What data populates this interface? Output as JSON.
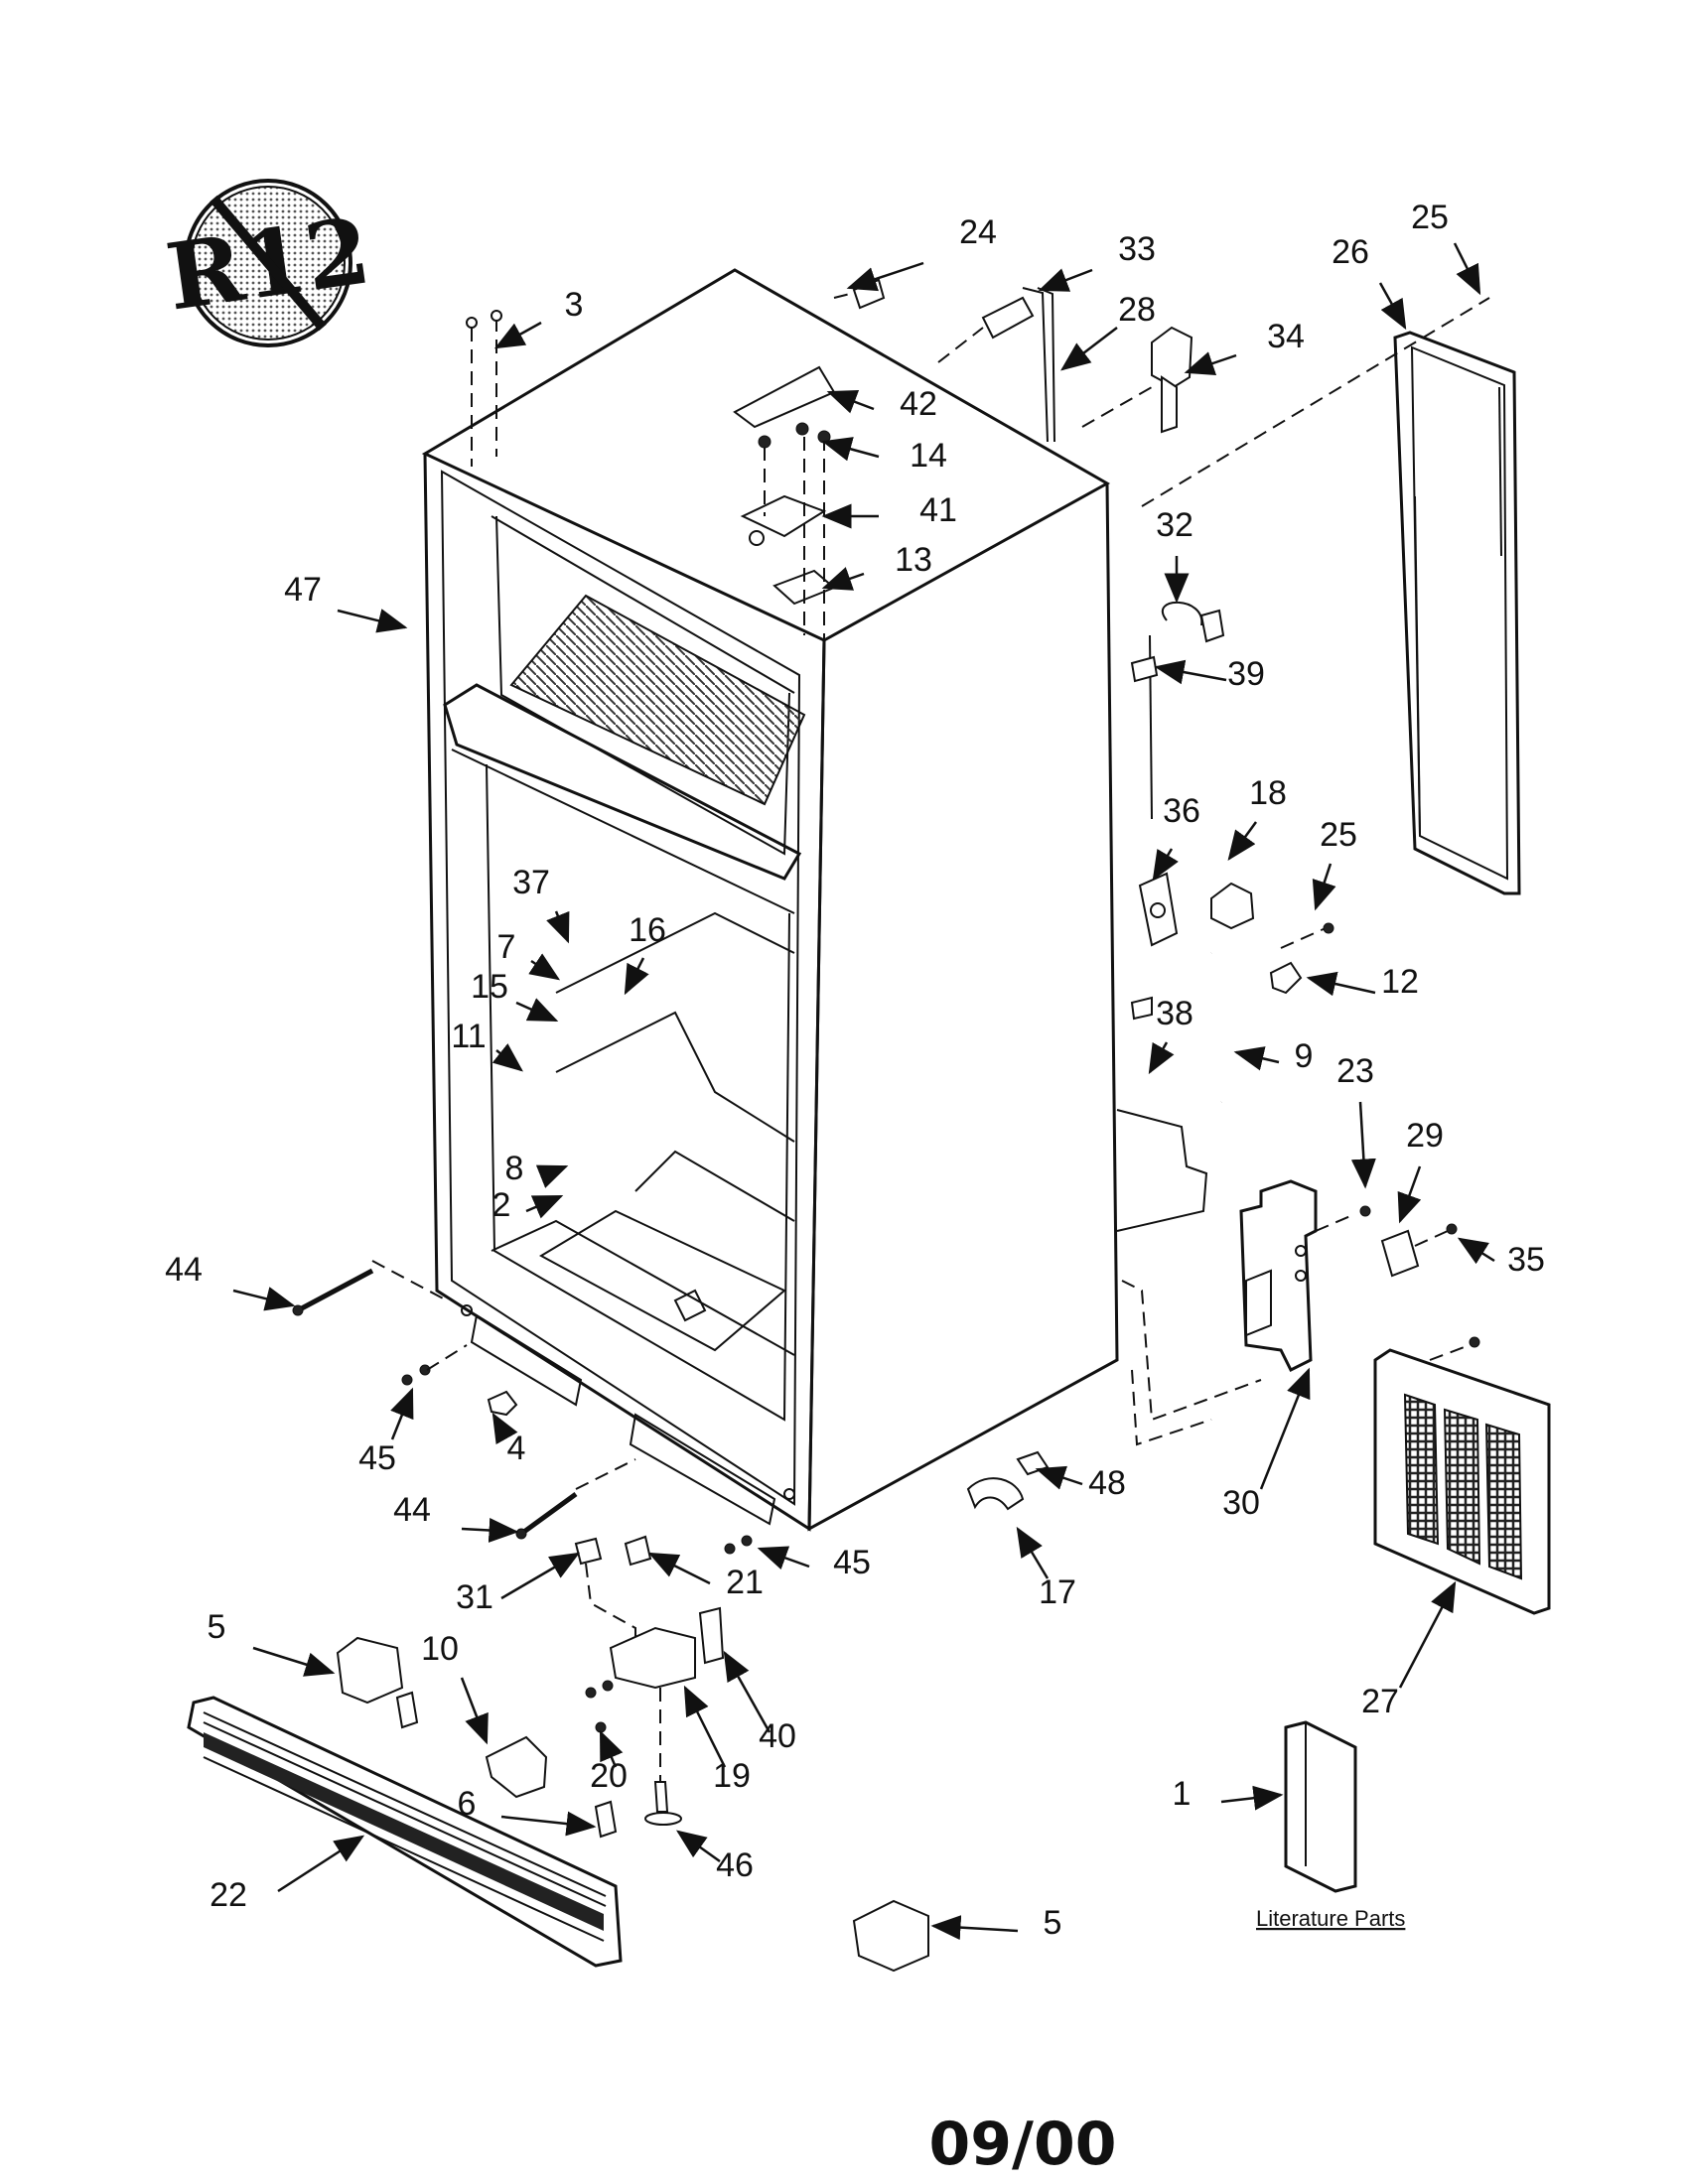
{
  "diagram": {
    "badge_text": "R12",
    "literature_label": "Literature Parts",
    "footer_date": "09/00",
    "callouts": [
      {
        "label": "24"
      },
      {
        "label": "33"
      },
      {
        "label": "28"
      },
      {
        "label": "34"
      },
      {
        "label": "25"
      },
      {
        "label": "26"
      },
      {
        "label": "3"
      },
      {
        "label": "42"
      },
      {
        "label": "14"
      },
      {
        "label": "41"
      },
      {
        "label": "13"
      },
      {
        "label": "47"
      },
      {
        "label": "32"
      },
      {
        "label": "39"
      },
      {
        "label": "36"
      },
      {
        "label": "18"
      },
      {
        "label": "25"
      },
      {
        "label": "12"
      },
      {
        "label": "37"
      },
      {
        "label": "7"
      },
      {
        "label": "16"
      },
      {
        "label": "15"
      },
      {
        "label": "11"
      },
      {
        "label": "38"
      },
      {
        "label": "9"
      },
      {
        "label": "23"
      },
      {
        "label": "29"
      },
      {
        "label": "8"
      },
      {
        "label": "2"
      },
      {
        "label": "35"
      },
      {
        "label": "44"
      },
      {
        "label": "45"
      },
      {
        "label": "4"
      },
      {
        "label": "30"
      },
      {
        "label": "48"
      },
      {
        "label": "44"
      },
      {
        "label": "45"
      },
      {
        "label": "31"
      },
      {
        "label": "21"
      },
      {
        "label": "17"
      },
      {
        "label": "5"
      },
      {
        "label": "10"
      },
      {
        "label": "40"
      },
      {
        "label": "27"
      },
      {
        "label": "20"
      },
      {
        "label": "19"
      },
      {
        "label": "6"
      },
      {
        "label": "1"
      },
      {
        "label": "46"
      },
      {
        "label": "22"
      },
      {
        "label": "5"
      }
    ]
  }
}
